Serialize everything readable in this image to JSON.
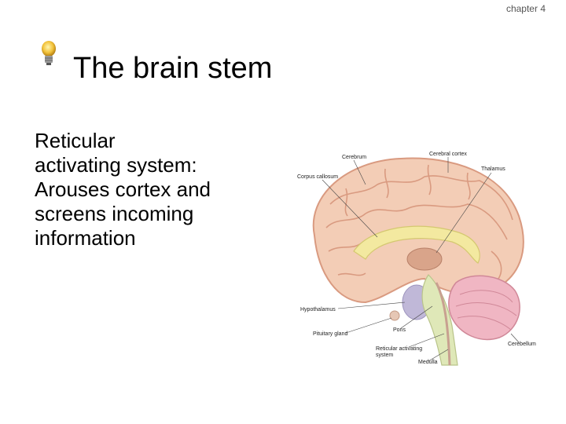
{
  "header": {
    "chapter": "chapter 4"
  },
  "slide": {
    "title": "The brain stem",
    "body_lines": [
      "Reticular",
      "activating system:",
      "Arouses cortex and",
      "screens incoming",
      "information"
    ],
    "icon": "lightbulb-icon"
  },
  "figure": {
    "labels": {
      "cerebrum": "Cerebrum",
      "cerebral_cortex": "Cerebral cortex",
      "thalamus": "Thalamus",
      "corpus_callosum": "Corpus callosum",
      "hypothalamus": "Hypothalamus",
      "pituitary_gland": "Pituitary gland",
      "pons": "Pons",
      "reticular_line1": "Reticular activating",
      "reticular_line2": "system",
      "medulla": "Medulla",
      "cerebellum": "Cerebellum"
    },
    "colors": {
      "brain": "#f3cdb6",
      "gyri": "#d99a80",
      "corpus_callosum": "#f3e9a0",
      "thalamus": "#d9a48a",
      "hypothalamus": "#c0b8d8",
      "cerebellum": "#f0b6c3",
      "brainstem": "#dfe8b8"
    }
  }
}
